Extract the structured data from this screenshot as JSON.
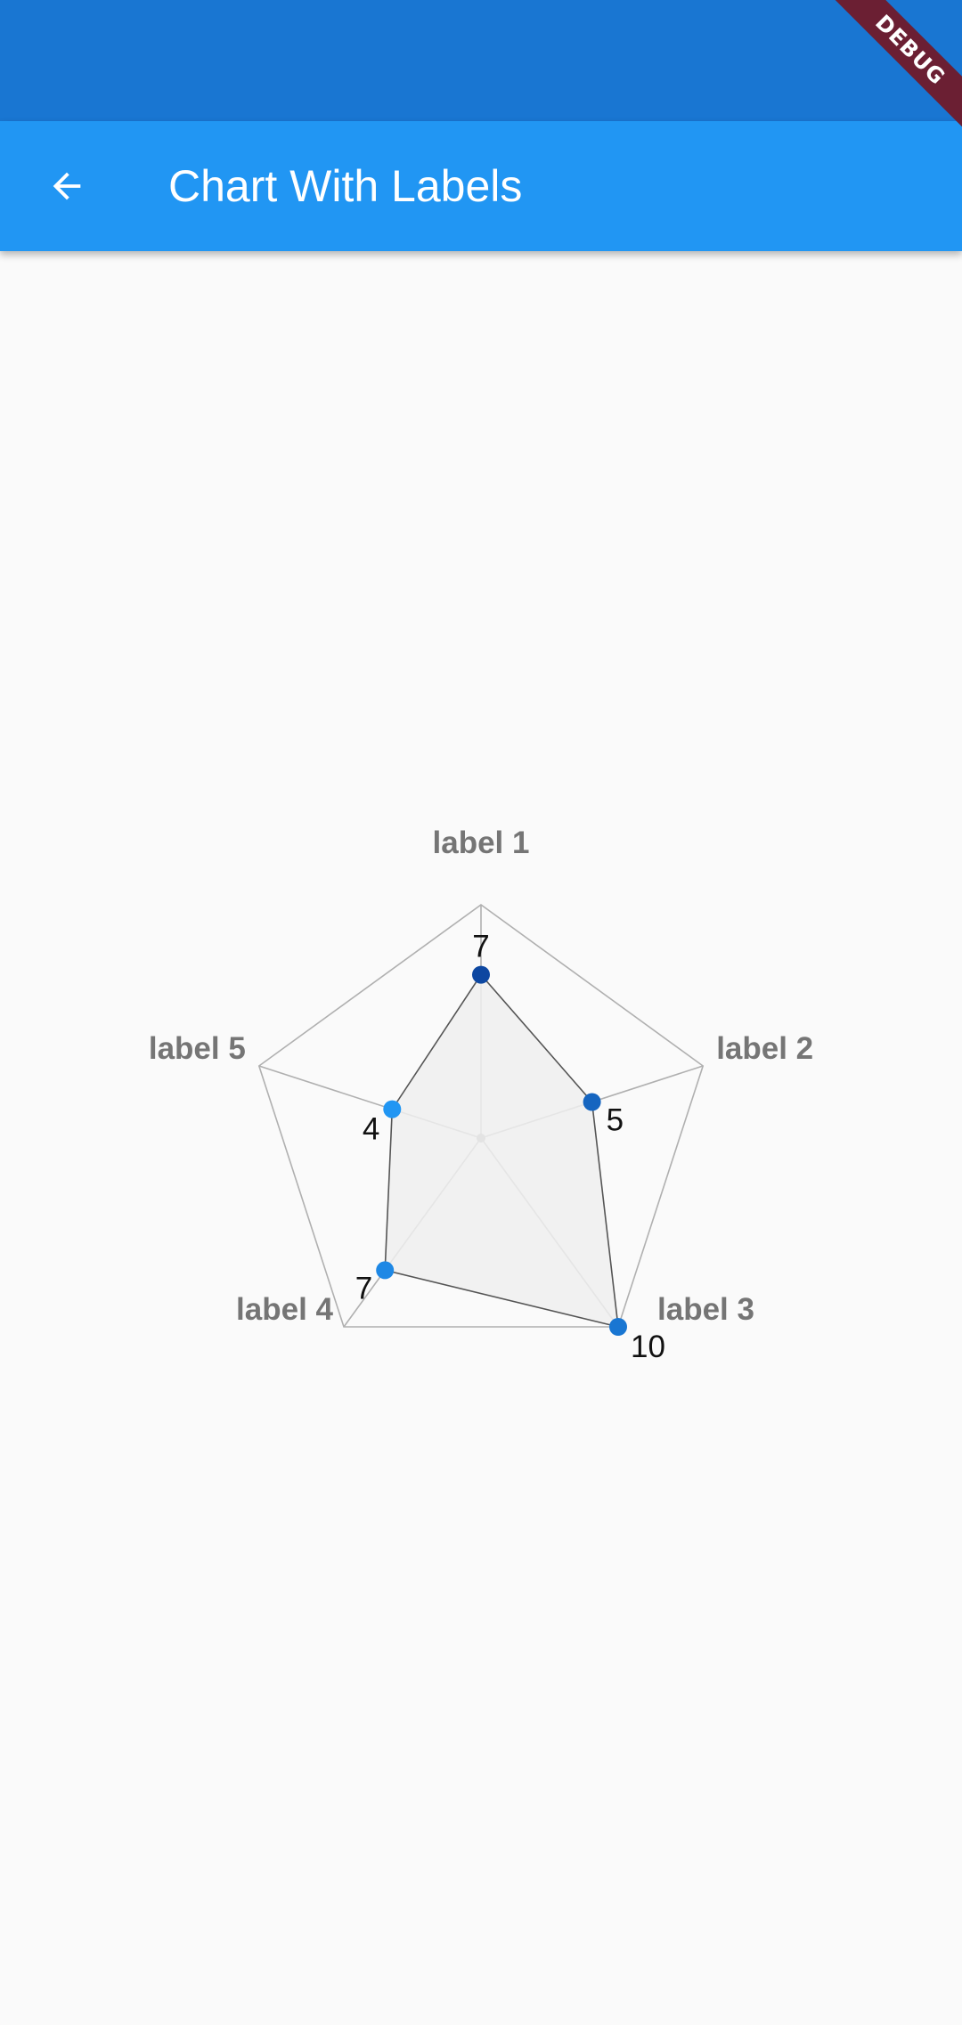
{
  "colors": {
    "status_bar": "#1976d2",
    "app_bar": "#2196f3",
    "background": "#fafafa",
    "debug_ribbon": "#6b1f33",
    "grid": "#b0b0b0",
    "polygon_fill": "#eeeeee",
    "polygon_stroke": "#555555",
    "axis_label": "#757575",
    "value_label": "#111111",
    "point_colors": [
      "#0d47a1",
      "#1565c0",
      "#1976d2",
      "#1e88e5",
      "#2196f3"
    ]
  },
  "app_bar": {
    "title": "Chart With Labels",
    "back_icon": "arrow-back-icon"
  },
  "debug_banner": {
    "label": "DEBUG"
  },
  "chart_data": {
    "type": "radar",
    "categories": [
      "label 1",
      "label 2",
      "label 3",
      "label 4",
      "label 5"
    ],
    "values": [
      7,
      5,
      10,
      7,
      4
    ],
    "value_labels": [
      "7",
      "5",
      "10",
      "7",
      "4"
    ],
    "max": 10,
    "grid": true
  }
}
